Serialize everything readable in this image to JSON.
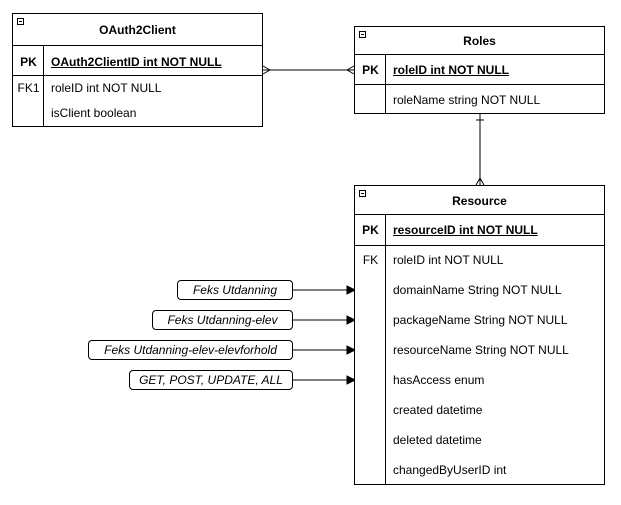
{
  "entities": {
    "oauth2client": {
      "title": "OAuth2Client",
      "pk_label": "PK",
      "pk_field": "OAuth2ClientID int NOT NULL",
      "fk_label": "FK1",
      "fields": [
        "roleID int NOT NULL",
        "isClient boolean"
      ]
    },
    "roles": {
      "title": "Roles",
      "pk_label": "PK",
      "pk_field": "roleID int NOT NULL",
      "fields": [
        "roleName string NOT NULL"
      ]
    },
    "resource": {
      "title": "Resource",
      "pk_label": "PK",
      "pk_field": "resourceID int NOT NULL",
      "fk_label": "FK",
      "fields": [
        "roleID int NOT NULL",
        "domainName String NOT NULL",
        "packageName String NOT NULL",
        "resourceName String NOT NULL",
        "hasAccess enum",
        "created datetime",
        "deleted datetime",
        "changedByUserID int"
      ]
    }
  },
  "notes": [
    "Feks Utdanning",
    "Feks Utdanning-elev",
    "Feks Utdanning-elev-elevforhold",
    "GET, POST, UPDATE, ALL"
  ]
}
